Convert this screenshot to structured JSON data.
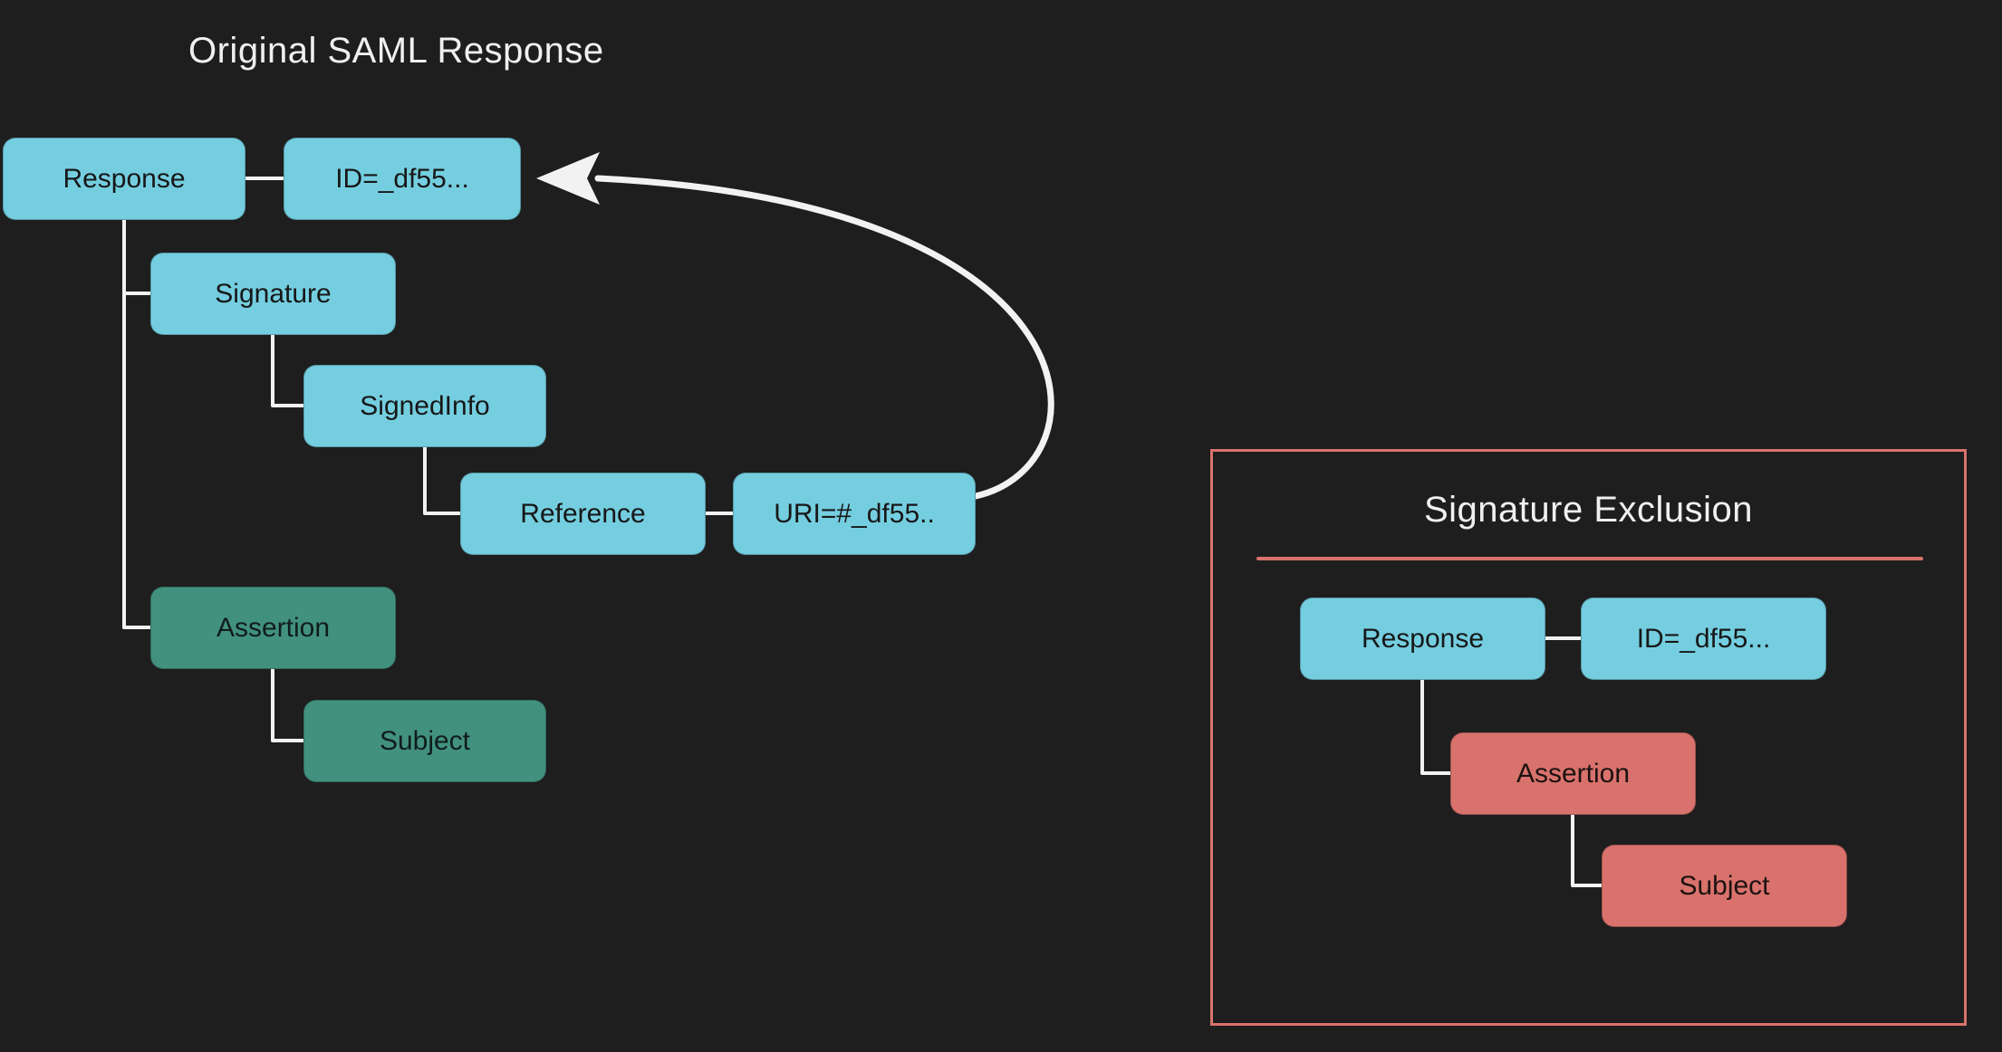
{
  "page": {
    "background": "#1e1e1e"
  },
  "palette": {
    "node_cyan": "#74cee0",
    "node_teal": "#42917f",
    "node_salmon": "#d9726c",
    "panel_border": "#d9726c",
    "connector_line": "#f2f2f2",
    "node_text": "#171717",
    "title_text": "#f0f0f0"
  },
  "original": {
    "title": "Original SAML Response",
    "nodes": {
      "response": "Response",
      "id_attr": "ID=_df55...",
      "signature": "Signature",
      "signed_info": "SignedInfo",
      "reference": "Reference",
      "uri_attr": "URI=#_df55..",
      "assertion": "Assertion",
      "subject": "Subject"
    }
  },
  "exclusion": {
    "title": "Signature Exclusion",
    "nodes": {
      "response": "Response",
      "id_attr": "ID=_df55...",
      "assertion": "Assertion",
      "subject": "Subject"
    }
  }
}
